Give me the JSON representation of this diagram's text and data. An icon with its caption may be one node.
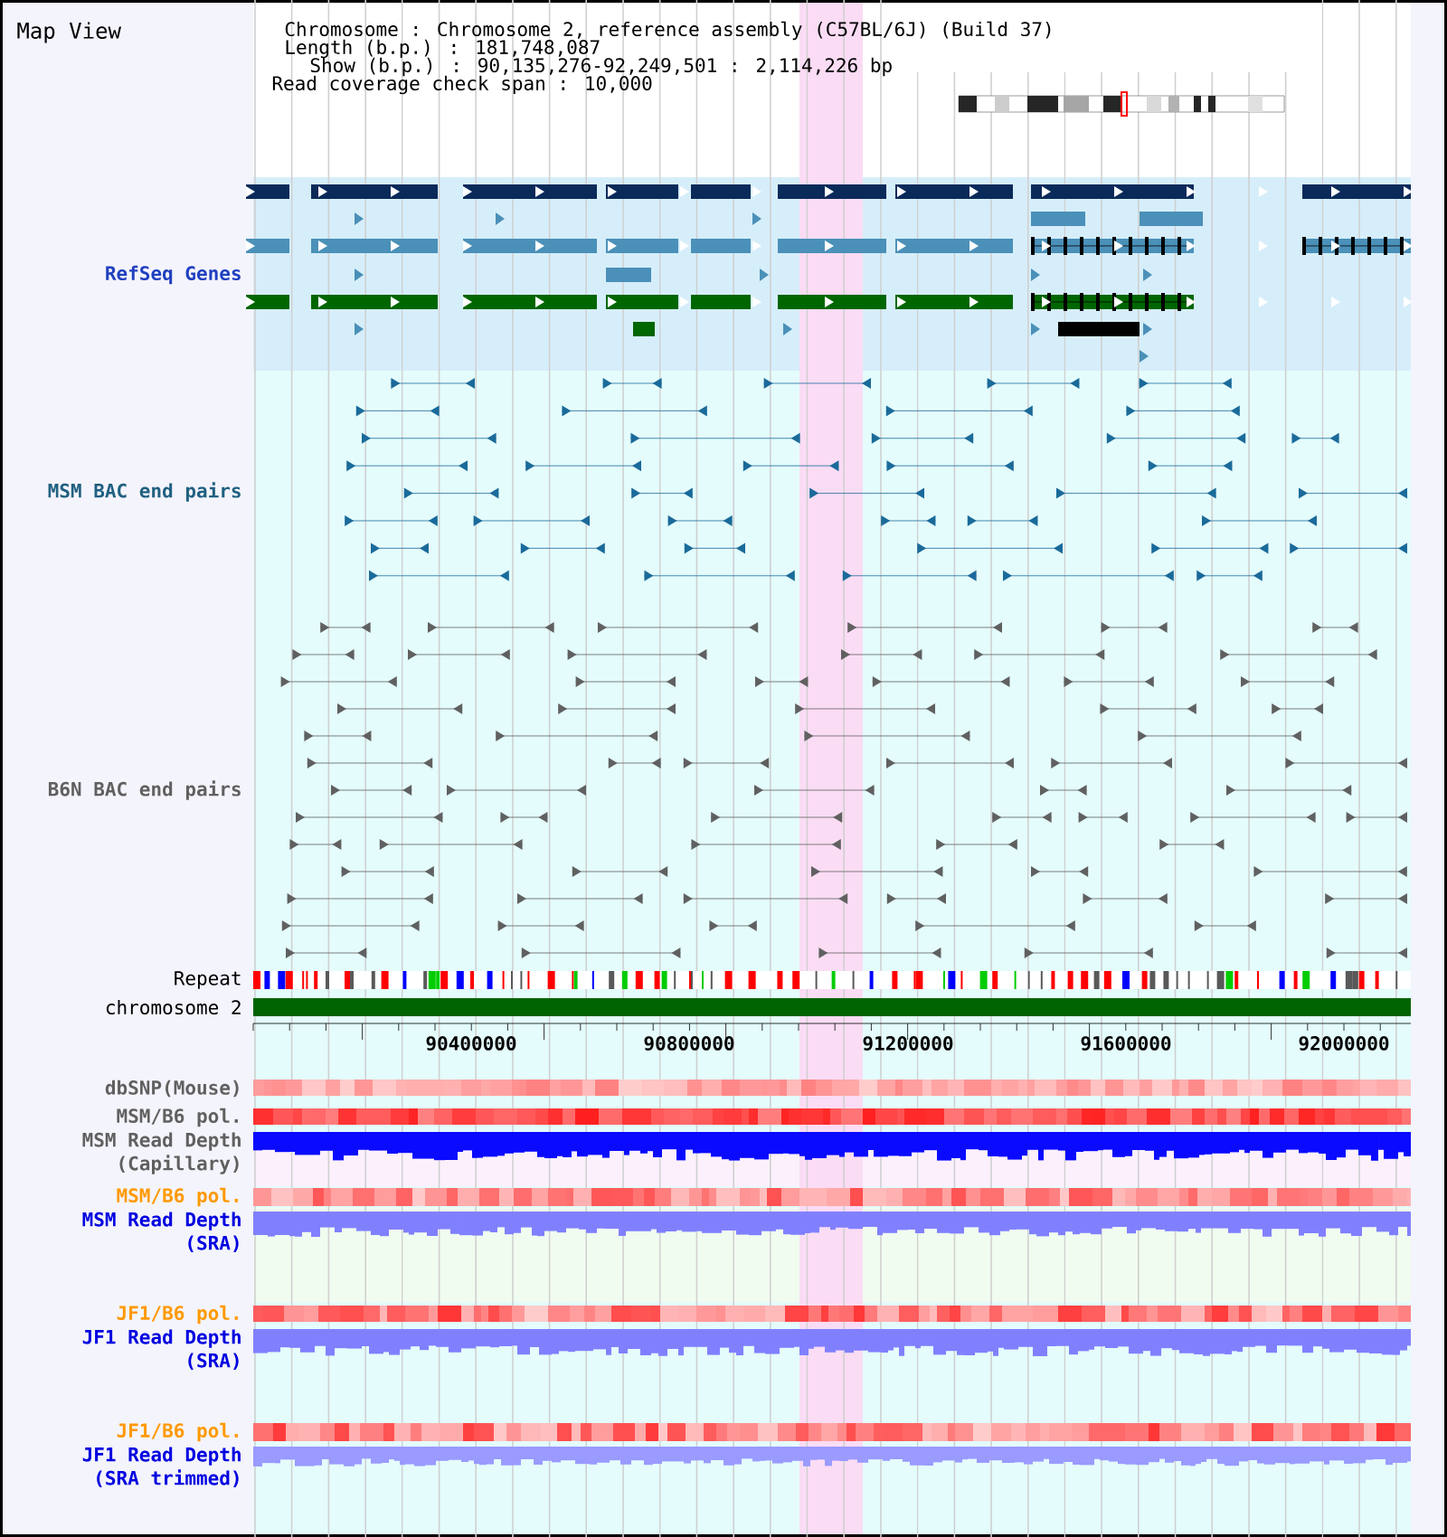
{
  "diagram": {
    "title": "Map View",
    "labels": [
      "Chromosome : Chromosome 2, reference assembly (C57BL/6J) (Build 37)",
      "Length (b.p.) : 181,748,087",
      "Show (b.p.) : 90,135,276-92,249,501 : 2,114,226 bp",
      "Read coverage check span : 10,000",
      "RefSeq Genes",
      "MSM BAC end pairs",
      "B6N BAC end pairs",
      "Repeat",
      "chromosome 2",
      "90400000",
      "90800000",
      "91200000",
      "91600000",
      "92000000",
      "dbSNP(Mouse)",
      "MSM/B6 pol.",
      "MSM Read Depth (Capillary)",
      "MSM/B6 pol.",
      "MSM Read Depth (SRA)",
      "JF1/B6 pol.",
      "JF1 Read Depth (SRA)",
      "JF1/B6 pol.",
      "JF1 Read Depth (SRA trimmed)"
    ]
  }
}
